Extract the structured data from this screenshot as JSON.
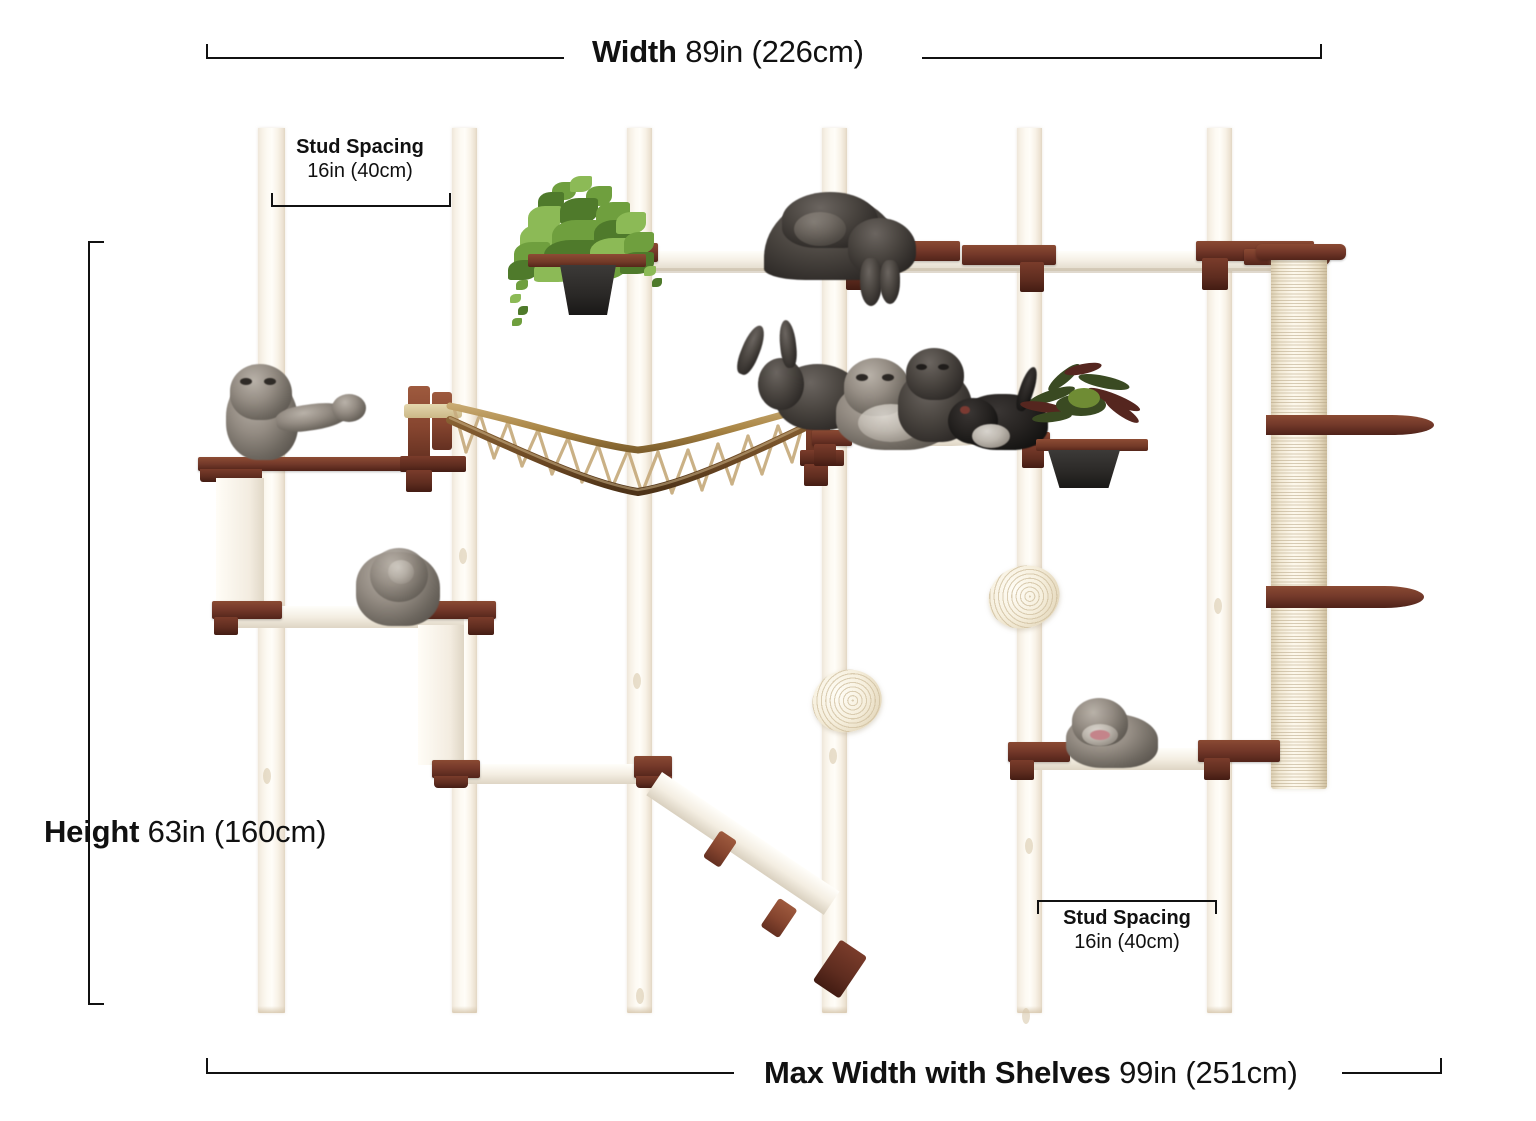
{
  "product": {
    "type": "wall-mounted cat climbing furniture diagram",
    "background_color": "#ffffff"
  },
  "dimensions": {
    "width": {
      "lead": "Width",
      "value": "89in (226cm)"
    },
    "height": {
      "lead": "Height",
      "value": "63in (160cm)"
    },
    "max_width": {
      "lead": "Max Width with Shelves",
      "value": "99in (251cm)"
    },
    "stud_spacing_top": {
      "lead": "Stud Spacing",
      "value": "16in (40cm)"
    },
    "stud_spacing_bottom": {
      "lead": "Stud Spacing",
      "value": "16in (40cm)"
    }
  },
  "colors": {
    "line": "#111111",
    "text": "#111111",
    "wood_mahogany": "#75392a",
    "wood_stud": "#f7f1e6",
    "canvas": "#f6f1e6",
    "sisal": "#f3ead6",
    "foliage": "#6f9f3e",
    "planter": "#2a2826"
  },
  "structure": {
    "stud_count": 6,
    "studs_x": [
      258,
      452,
      627,
      822,
      1017,
      1207
    ],
    "components": [
      "top-shelf",
      "hanging-planter-green",
      "rope-bridge",
      "canvas-hammock",
      "bromeliad-planter",
      "sisal-scratching-pole",
      "oval-shelf-upper",
      "oval-shelf-lower",
      "canvas-bridge-left",
      "canvas-bridge-lower-left",
      "diagonal-ramp",
      "canvas-bridge-right",
      "sisal-disc-left",
      "sisal-disc-right"
    ]
  },
  "cats": [
    {
      "name": "cat-top-shelf",
      "coat": "dark-grey-longhair",
      "pose": "lying-over-shelf"
    },
    {
      "name": "cat-left-shelf",
      "coat": "grey-tabby",
      "pose": "reaching-paw"
    },
    {
      "name": "cat-hammock-tabby",
      "coat": "grey-tabby",
      "pose": "lying"
    },
    {
      "name": "cat-hammock-dark",
      "coat": "dark-tabby",
      "pose": "standing-tail-up"
    },
    {
      "name": "cat-hammock-kitten",
      "coat": "dark-tabby",
      "pose": "sitting"
    },
    {
      "name": "cat-hammock-black",
      "coat": "black-tuxedo",
      "pose": "walking"
    },
    {
      "name": "cat-lower-left-shelf",
      "coat": "grey-tabby-fluffy",
      "pose": "sitting-back-turned"
    },
    {
      "name": "cat-lower-right-shelf",
      "coat": "grey-tabby",
      "pose": "grooming"
    }
  ],
  "plants": [
    {
      "name": "hanging-green-plant",
      "kind": "trailing-greenery"
    },
    {
      "name": "bromeliad-plant",
      "kind": "dark-red-bromeliad"
    }
  ]
}
